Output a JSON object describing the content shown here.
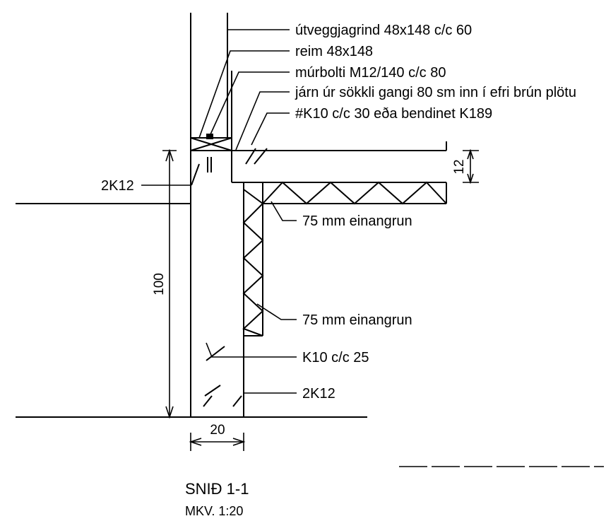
{
  "labels": {
    "wall_frame": "útveggjagrind 48x148 c/c 60",
    "batten": "reim 48x148",
    "anchor_bolt": "múrbolti M12/140 c/c 80",
    "rebar_from_plinth": "járn úr sökkli gangi 80 sm inn í efri brún plötu",
    "mesh": "#K10 c/c 30 eða bendinet K189",
    "insulation_horizontal": "75 mm einangrun",
    "insulation_vertical": "75 mm einangrun",
    "stirrups": "K10 c/c 25",
    "bottom_bars": "2K12",
    "top_bars": "2K12"
  },
  "dimensions": {
    "height": "100",
    "width": "20",
    "slab": "12"
  },
  "title": {
    "section": "SNIÐ 1-1",
    "scale": "MKV. 1:20"
  },
  "colors": {
    "ink": "#000000",
    "paper": "#ffffff"
  }
}
